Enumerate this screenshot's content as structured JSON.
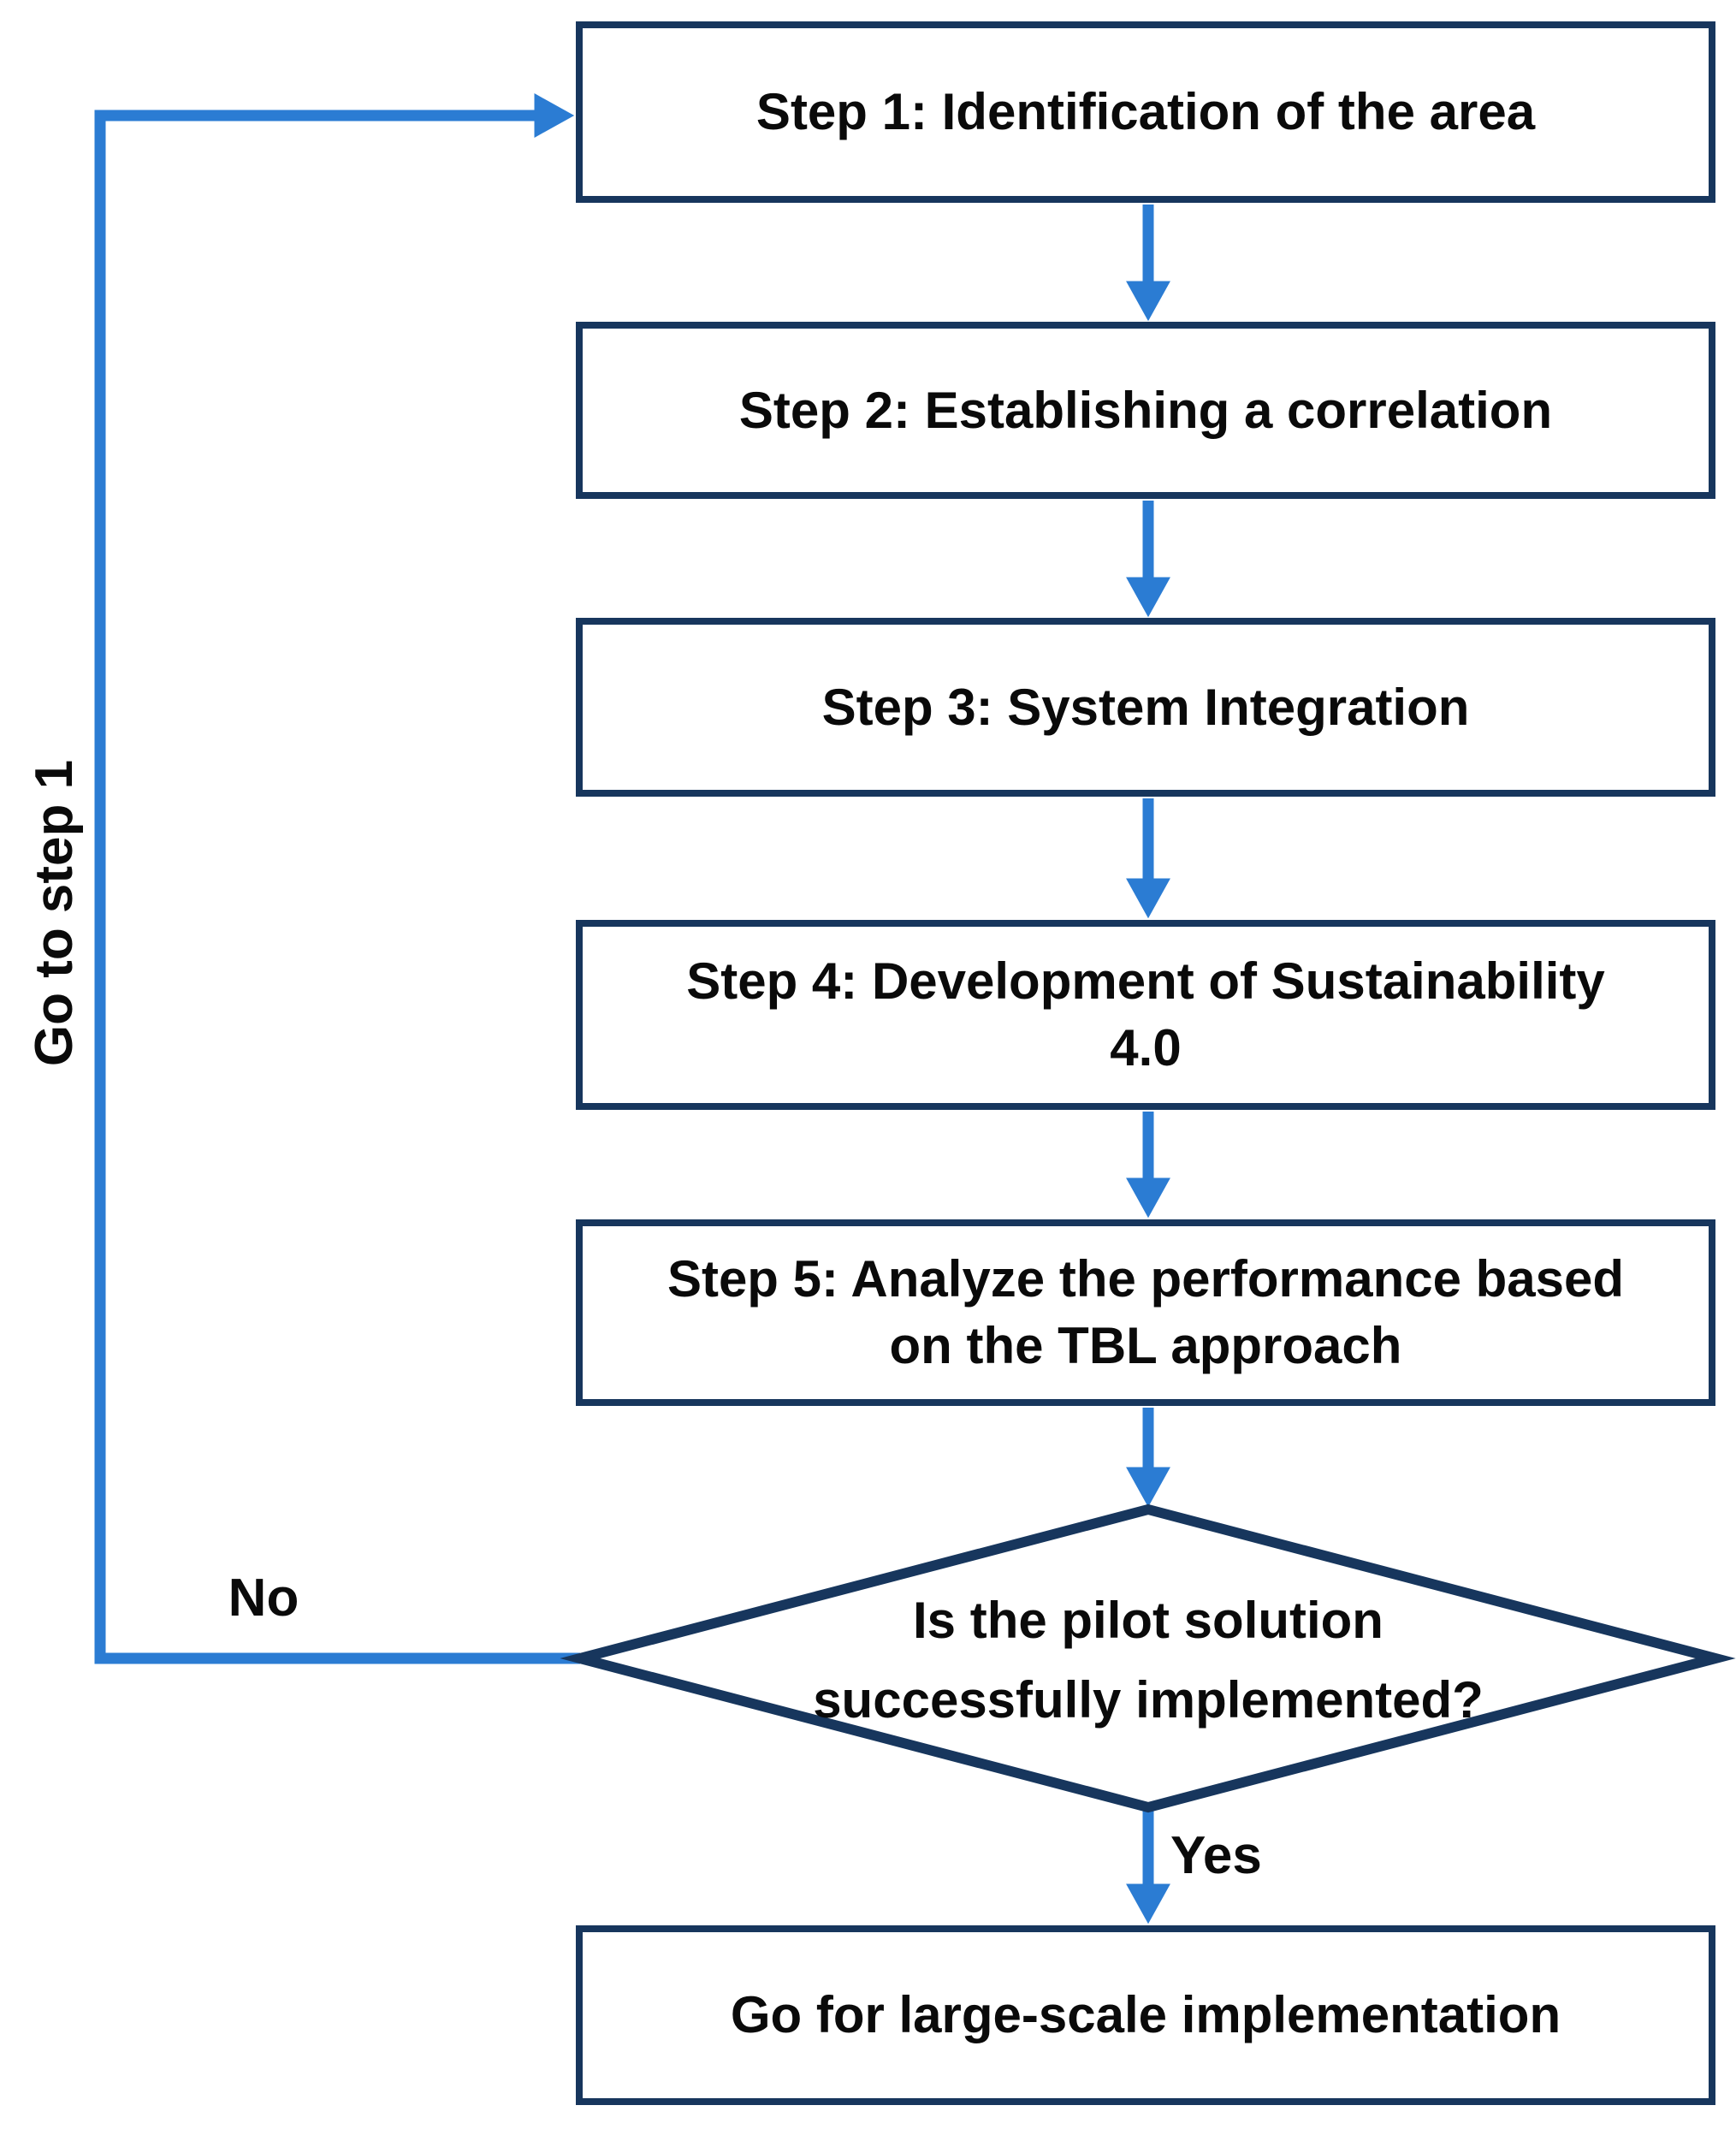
{
  "diagram": {
    "type": "flowchart",
    "nodes": {
      "step1": {
        "shape": "rect",
        "label": "Step 1: Identification of the area"
      },
      "step2": {
        "shape": "rect",
        "label": "Step 2: Establishing a correlation"
      },
      "step3": {
        "shape": "rect",
        "label": "Step 3: System Integration"
      },
      "step4": {
        "shape": "rect",
        "label": "Step 4: Development of Sustainability\n4.0"
      },
      "step5": {
        "shape": "rect",
        "label": "Step 5: Analyze the performance based\non the TBL approach"
      },
      "decision": {
        "shape": "diamond",
        "label": "Is the pilot solution\nsuccessfully implemented?"
      },
      "final": {
        "shape": "rect",
        "label": "Go for large-scale implementation"
      }
    },
    "edge_labels": {
      "yes": "Yes",
      "no": "No",
      "loop": "Go to step 1"
    },
    "colors": {
      "node_border": "#17365d",
      "connector": "#2b7cd3",
      "text_color": "#0a0a0a",
      "background": "#ffffff"
    }
  }
}
